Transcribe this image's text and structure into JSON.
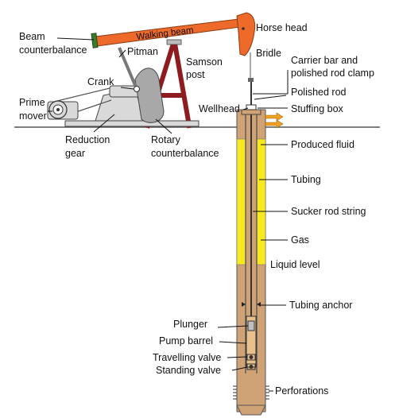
{
  "colors": {
    "beam": "#ee6a2a",
    "beam_end": "#3c7a2a",
    "samson_post": "#8e1b1e",
    "machinery_fill": "#d9d9d9",
    "counterweight": "#a8a8a8",
    "ground": "#555555",
    "casing": "#cfa375",
    "gas_zone": "#f7e81f",
    "fluid_arrow": "#f0a020",
    "rod": "#333333",
    "text": "#111111"
  },
  "labels": {
    "horse_head": "Horse head",
    "walking_beam": "Walking beam",
    "beam_counterbalance_1": "Beam",
    "beam_counterbalance_2": "counterbalance",
    "pitman": "Pitman",
    "samson_post_1": "Samson",
    "samson_post_2": "post",
    "crank": "Crank",
    "prime_mover_1": "Prime",
    "prime_mover_2": "mover",
    "reduction_gear_1": "Reduction",
    "reduction_gear_2": "gear",
    "rotary_counterbalance_1": "Rotary",
    "rotary_counterbalance_2": "counterbalance",
    "bridle": "Bridle",
    "carrier_bar_1": "Carrier bar and",
    "carrier_bar_2": "polished rod clamp",
    "polished_rod": "Polished rod",
    "wellhead": "Wellhead",
    "stuffing_box": "Stuffing box",
    "produced_fluid": "Produced fluid",
    "tubing": "Tubing",
    "sucker_rod_string": "Sucker rod string",
    "gas": "Gas",
    "liquid_level": "Liquid level",
    "tubing_anchor": "Tubing anchor",
    "plunger": "Plunger",
    "pump_barrel": "Pump barrel",
    "travelling_valve": "Travelling valve",
    "standing_valve": "Standing valve",
    "perforations": "Perforations"
  }
}
